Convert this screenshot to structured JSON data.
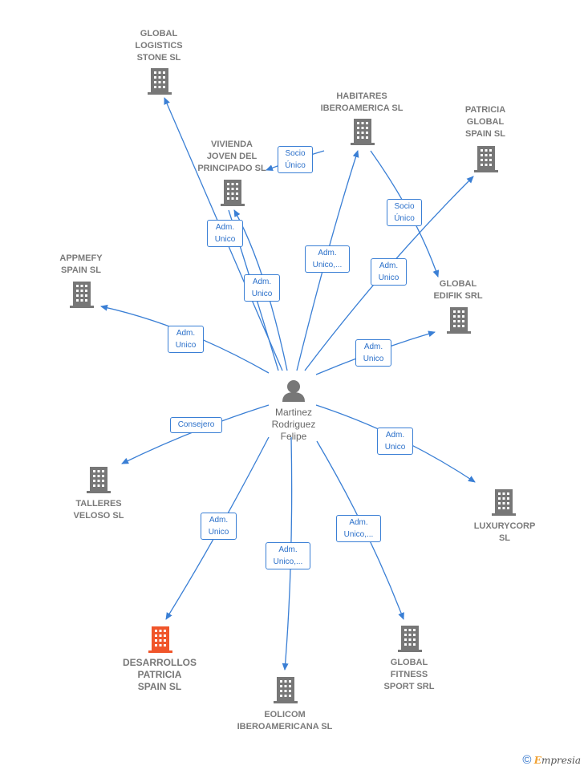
{
  "colors": {
    "edge": "#3a7fd5",
    "building": "#777777",
    "building_highlight": "#f0552a",
    "person": "#777777"
  },
  "center": {
    "label": "Martinez\nRodriguez\nFelipe",
    "icon": "person-icon"
  },
  "companies": [
    {
      "id": "global-logistics",
      "label": "GLOBAL\nLOGISTICS\nSTONE SL",
      "icon": "building-icon",
      "highlight": false
    },
    {
      "id": "habitares",
      "label": "HABITARES\nIBEROAMERICA SL",
      "icon": "building-icon",
      "highlight": false
    },
    {
      "id": "patricia-global",
      "label": "PATRICIA\nGLOBAL\nSPAIN  SL",
      "icon": "building-icon",
      "highlight": false
    },
    {
      "id": "vivienda",
      "label": "VIVIENDA\nJOVEN DEL\nPRINCIPADO SL",
      "icon": "building-icon",
      "highlight": false
    },
    {
      "id": "appmefy",
      "label": "APPMEFY\nSPAIN  SL",
      "icon": "building-icon",
      "highlight": false
    },
    {
      "id": "global-edifik",
      "label": "GLOBAL\nEDIFIK SRL",
      "icon": "building-icon",
      "highlight": false
    },
    {
      "id": "talleres",
      "label": "TALLERES\nVELOSO SL",
      "icon": "building-icon",
      "highlight": false
    },
    {
      "id": "luxurycorp",
      "label": "LUXURYCORP\nSL",
      "icon": "building-icon",
      "highlight": false
    },
    {
      "id": "desarrollos",
      "label": "DESARROLLOS\nPATRICIA\nSPAIN  SL",
      "icon": "building-icon",
      "highlight": true
    },
    {
      "id": "eolicom",
      "label": "EOLICOM\nIBEROAMERICANA SL",
      "icon": "building-icon",
      "highlight": false
    },
    {
      "id": "global-fitness",
      "label": "GLOBAL\nFITNESS\nSPORT SRL",
      "icon": "building-icon",
      "highlight": false
    }
  ],
  "relations": [
    {
      "id": "r-global-logistics",
      "label": "Adm.\nUnico"
    },
    {
      "id": "r-vivienda",
      "label": "Adm.\nUnico"
    },
    {
      "id": "r-habitares",
      "label": "Adm.\nUnico,..."
    },
    {
      "id": "r-patricia",
      "label": "Adm.\nUnico"
    },
    {
      "id": "r-appmefy",
      "label": "Adm.\nUnico"
    },
    {
      "id": "r-edifik",
      "label": "Adm.\nUnico"
    },
    {
      "id": "r-talleres",
      "label": "Consejero"
    },
    {
      "id": "r-luxurycorp",
      "label": "Adm.\nUnico"
    },
    {
      "id": "r-desarrollos",
      "label": "Adm.\nUnico"
    },
    {
      "id": "r-eolicom",
      "label": "Adm.\nUnico,..."
    },
    {
      "id": "r-fitness",
      "label": "Adm.\nUnico,..."
    },
    {
      "id": "r-habitares-vivienda",
      "label": "Socio\nÚnico"
    },
    {
      "id": "r-habitares-edifik",
      "label": "Socio\nÚnico"
    }
  ],
  "footer": {
    "copyright": "©",
    "brand_initial": "E",
    "brand_rest": "mpresia"
  }
}
